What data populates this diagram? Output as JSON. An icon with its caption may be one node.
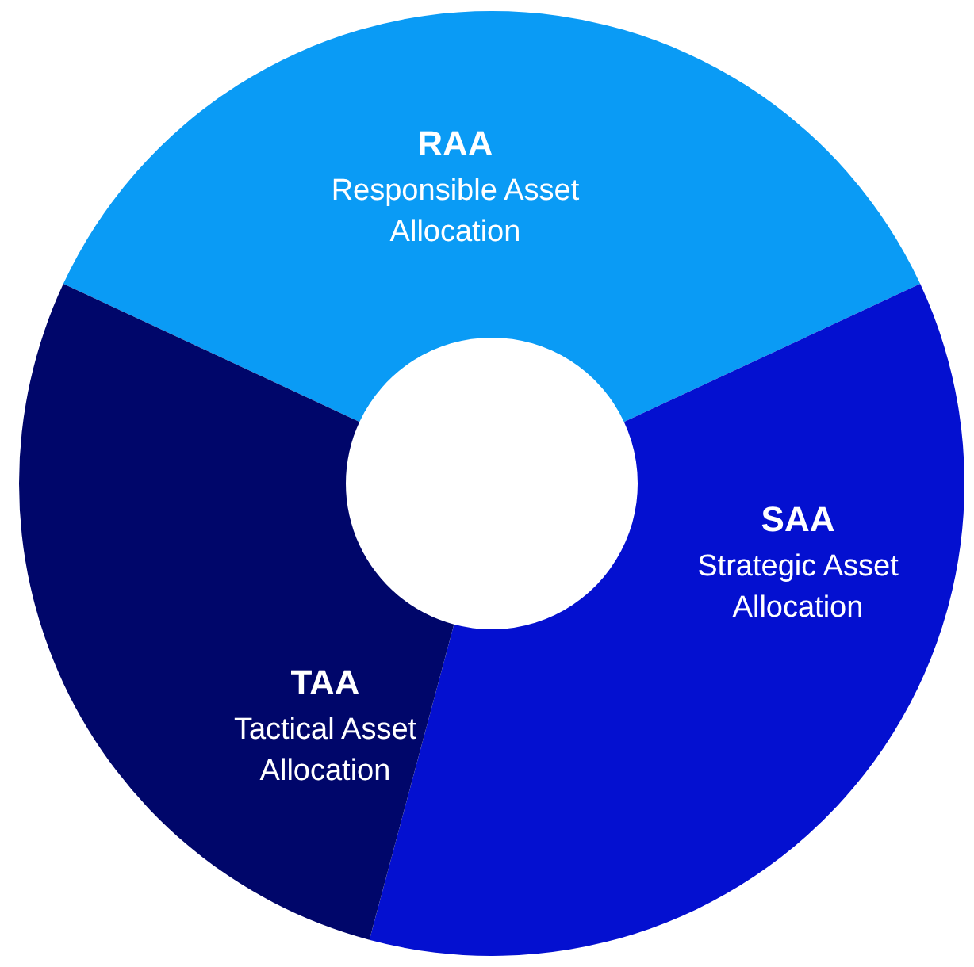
{
  "diagram": {
    "nodes": [
      {
        "text": [
          "RAA",
          "Responsible Asset Allocation"
        ]
      },
      {
        "text": [
          "SAA",
          "Strategic Asset Allocation"
        ]
      },
      {
        "text": [
          "TAA",
          "Tactical Asset Allocation"
        ]
      }
    ]
  }
}
